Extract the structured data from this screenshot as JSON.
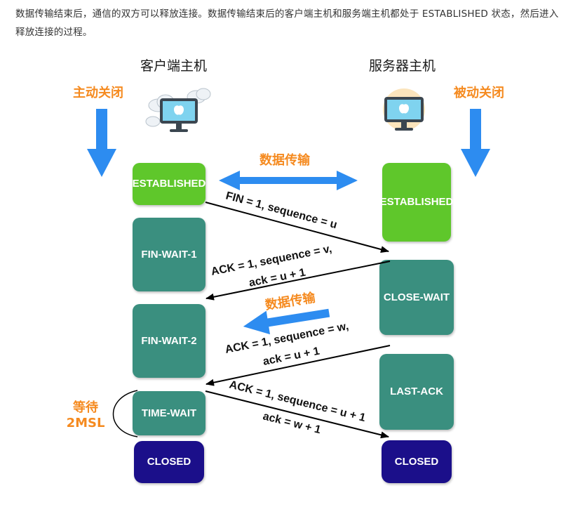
{
  "intro_text": "数据传输结束后，通信的双方可以释放连接。数据传输结束后的客户端主机和服务端主机都处于 ESTABLISHED 状态，然后进入释放连接的过程。",
  "client": {
    "title": "客户端主机",
    "action_label": "主动关闭",
    "states": [
      "ESTABLIS HED",
      "FIN-WAIT-1",
      "FIN-WAIT-2",
      "TIME-WAIT",
      "CLOSED"
    ],
    "wait_label_line1": "等待",
    "wait_label_line2": "2MSL"
  },
  "server": {
    "title": "服务器主机",
    "action_label": "被动关闭",
    "states": [
      "ESTABLIS HED",
      "CLOSE- WAIT",
      "LAST-ACK",
      "CLOSED"
    ]
  },
  "data_transfer_label_1": "数据传输",
  "data_transfer_label_2": "数据传输",
  "messages": [
    {
      "line1": "FIN = 1, sequence = u"
    },
    {
      "line1": "ACK = 1, sequence = v,",
      "line2": "ack = u + 1"
    },
    {
      "line1": "ACK = 1, sequence = w,",
      "line2": "ack = u + 1"
    },
    {
      "line1": "ACK = 1, sequence = u + 1",
      "line2": "ack = w + 1"
    }
  ],
  "colors": {
    "established": "#5fc72b",
    "wait_state": "#3a8f7f",
    "closed": "#1b0f8a",
    "arrow_blue": "#2d8cf0",
    "label_orange": "#f58a1f"
  },
  "icons": [
    "monitor-cloud-icon",
    "monitor-sun-icon",
    "blue-down-arrow-icon",
    "double-arrow-icon"
  ]
}
